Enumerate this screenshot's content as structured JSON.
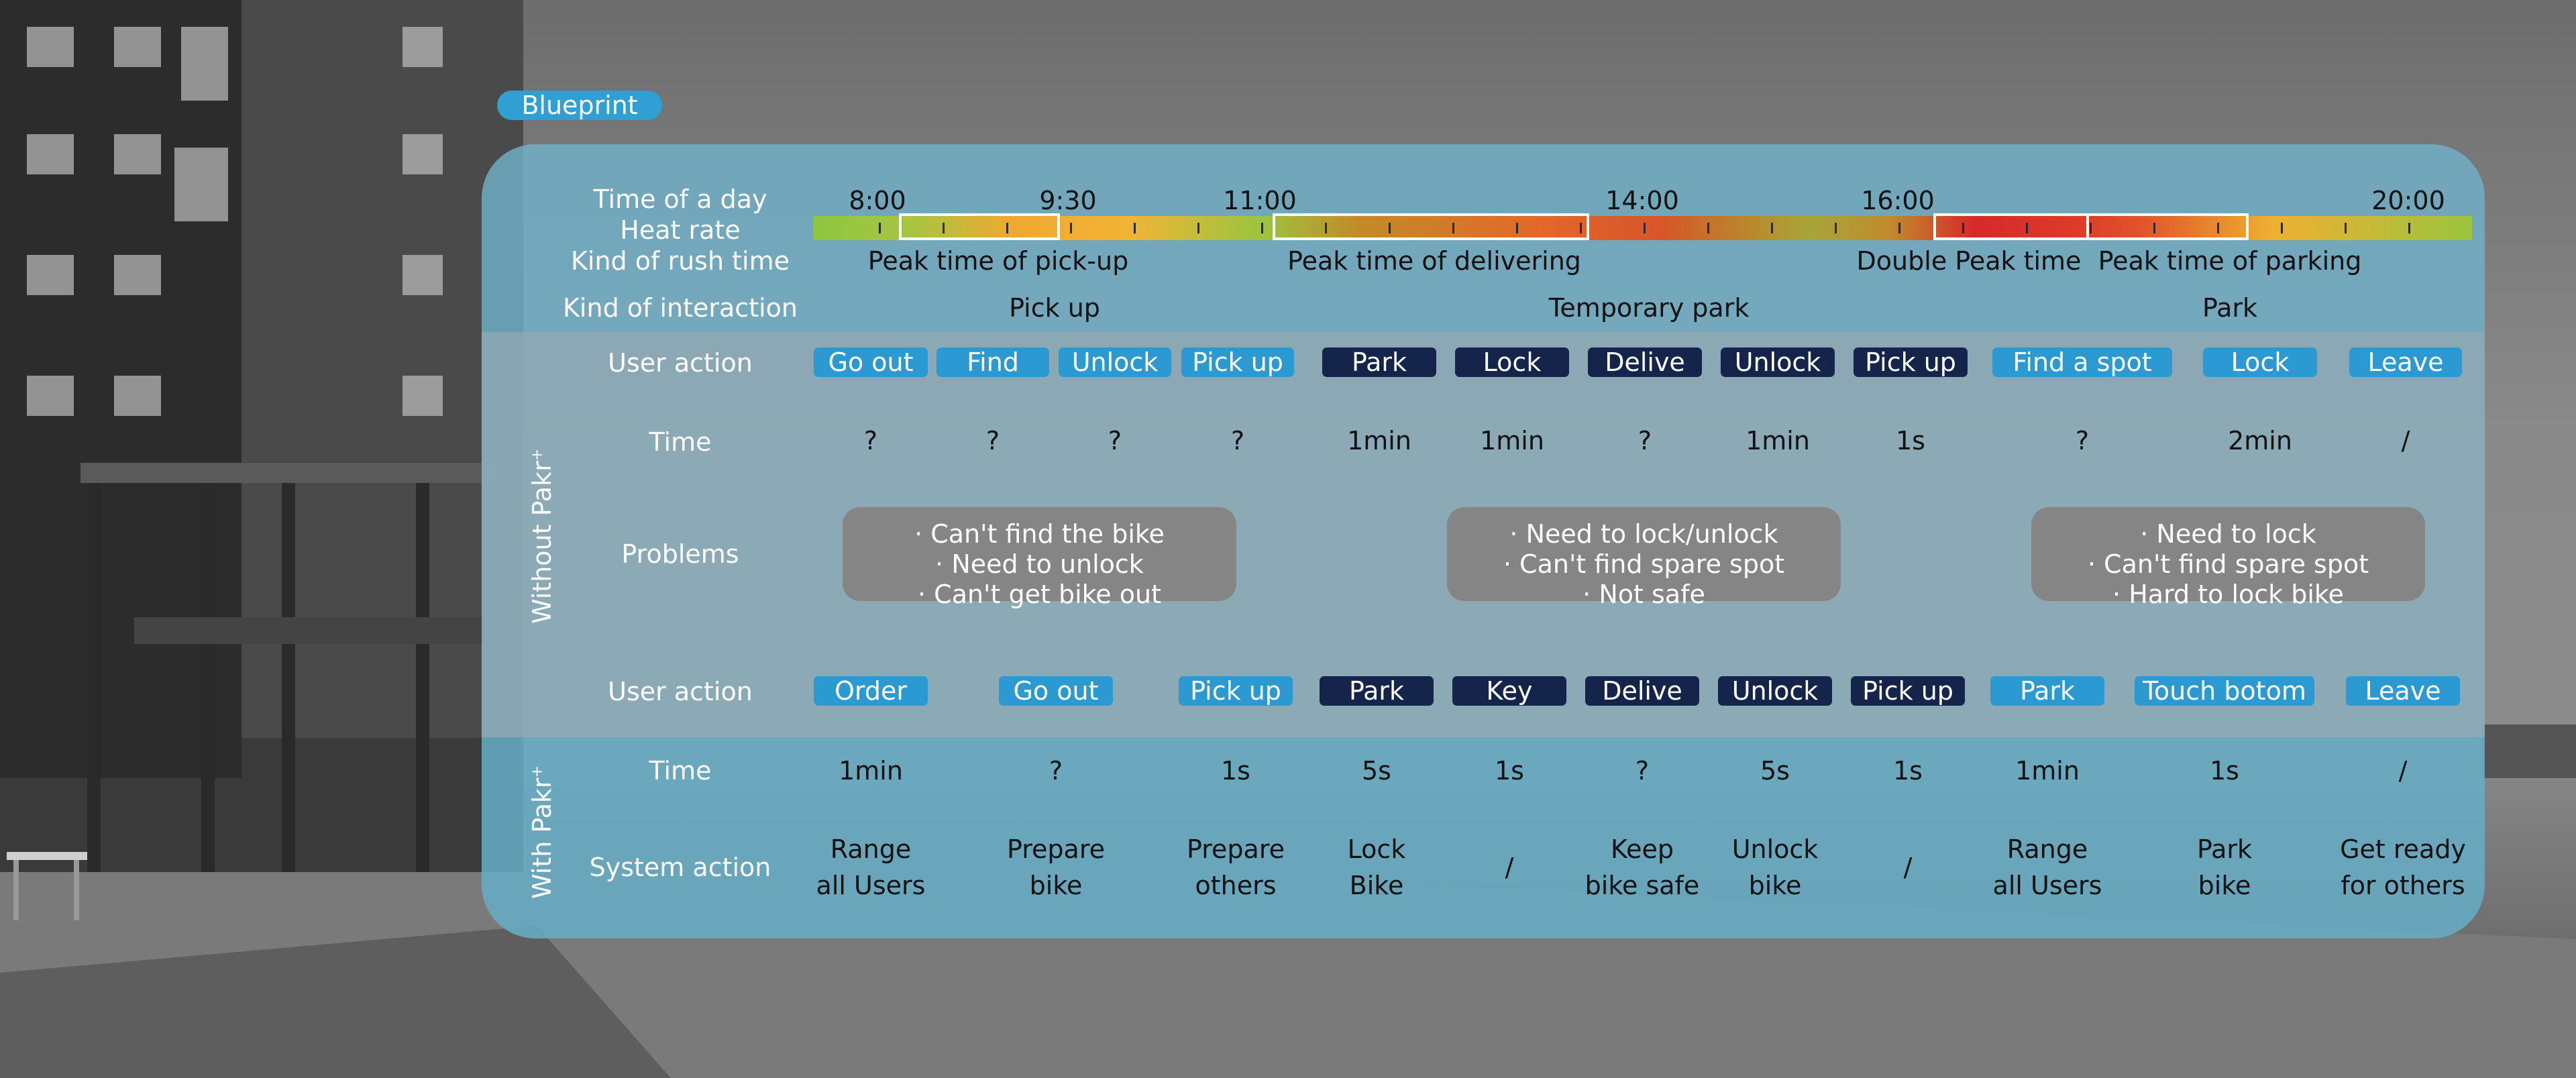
{
  "title": "Blueprint",
  "row_labels": {
    "time_of_day": "Time of a day",
    "heat_rate": "Heat rate",
    "kind_of_rush": "Kind of rush time",
    "kind_of_interaction": "Kind of interaction",
    "user_action": "User action",
    "time": "Time",
    "problems": "Problems",
    "system_action": "System action"
  },
  "side_labels": {
    "without_text": "Without  Pakr",
    "with_text": "With  Pakr",
    "plus": "+"
  },
  "time_ticks": [
    "8:00",
    "9:30",
    "11:00",
    "14:00",
    "16:00",
    "20:00"
  ],
  "rush_times": [
    "Peak time of pick-up",
    "Peak time of delivering",
    "Double Peak time",
    "Peak time of parking"
  ],
  "interactions": [
    "Pick up",
    "Temporary park",
    "Park"
  ],
  "without": {
    "actions": [
      {
        "label": "Go out",
        "style": "light"
      },
      {
        "label": "Find",
        "style": "light"
      },
      {
        "label": "Unlock",
        "style": "light"
      },
      {
        "label": "Pick up",
        "style": "light"
      },
      {
        "label": "Park",
        "style": "dark"
      },
      {
        "label": "Lock",
        "style": "dark"
      },
      {
        "label": "Delive",
        "style": "dark"
      },
      {
        "label": "Unlock",
        "style": "dark"
      },
      {
        "label": "Pick up",
        "style": "dark"
      },
      {
        "label": "Find a spot",
        "style": "light"
      },
      {
        "label": "Lock",
        "style": "light"
      },
      {
        "label": "Leave",
        "style": "light"
      }
    ],
    "times": [
      "?",
      "?",
      "?",
      "?",
      "1min",
      "1min",
      "?",
      "1min",
      "1s",
      "?",
      "2min",
      "/"
    ],
    "problems": [
      [
        "·  Can't find the bike",
        "· Need to unlock",
        "· Can't get bike out"
      ],
      [
        "·  Need to lock/unlock",
        "· Can't find spare spot",
        "· Not safe"
      ],
      [
        "·  Need to lock",
        "· Can't find spare spot",
        "· Hard to lock bike"
      ]
    ]
  },
  "with": {
    "actions": [
      {
        "label": "Order",
        "style": "light"
      },
      {
        "label": "Go out",
        "style": "light"
      },
      {
        "label": "Pick up",
        "style": "light"
      },
      {
        "label": "Park",
        "style": "dark"
      },
      {
        "label": "Key",
        "style": "dark"
      },
      {
        "label": "Delive",
        "style": "dark"
      },
      {
        "label": "Unlock",
        "style": "dark"
      },
      {
        "label": "Pick up",
        "style": "dark"
      },
      {
        "label": "Park",
        "style": "light"
      },
      {
        "label": "Touch botom",
        "style": "light"
      },
      {
        "label": "Leave",
        "style": "light"
      }
    ],
    "times": [
      "1min",
      "?",
      "1s",
      "5s",
      "1s",
      "?",
      "5s",
      "1s",
      "1min",
      "1s",
      "/"
    ],
    "system_actions": [
      [
        "Range",
        "all Users"
      ],
      [
        "Prepare",
        "bike"
      ],
      [
        "Prepare",
        "others"
      ],
      [
        "Lock",
        "Bike"
      ],
      [
        "/"
      ],
      [
        "Keep",
        "bike safe"
      ],
      [
        "Unlock",
        "bike"
      ],
      [
        "/"
      ],
      [
        "Range",
        "all Users"
      ],
      [
        "Park",
        "bike"
      ],
      [
        "Get ready",
        "for others"
      ]
    ]
  },
  "colors": {
    "light_pill": "#2b9ad3",
    "dark_pill": "#14244a",
    "panel": "#70b2ca",
    "problem_box": "#858585"
  }
}
